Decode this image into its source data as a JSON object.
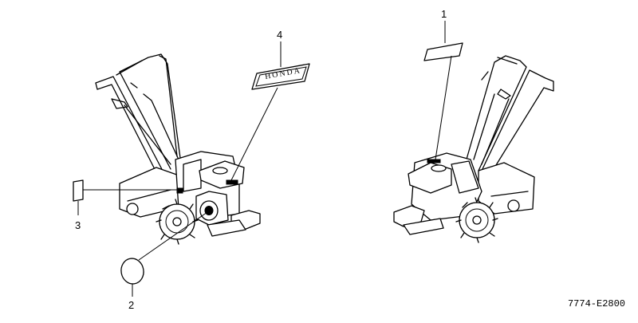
{
  "diagram": {
    "callouts": {
      "item1": "1",
      "item2": "2",
      "item3": "3",
      "item4": "4"
    },
    "emblem_text": "HONDA",
    "drawing_code": "7774-E2800"
  }
}
